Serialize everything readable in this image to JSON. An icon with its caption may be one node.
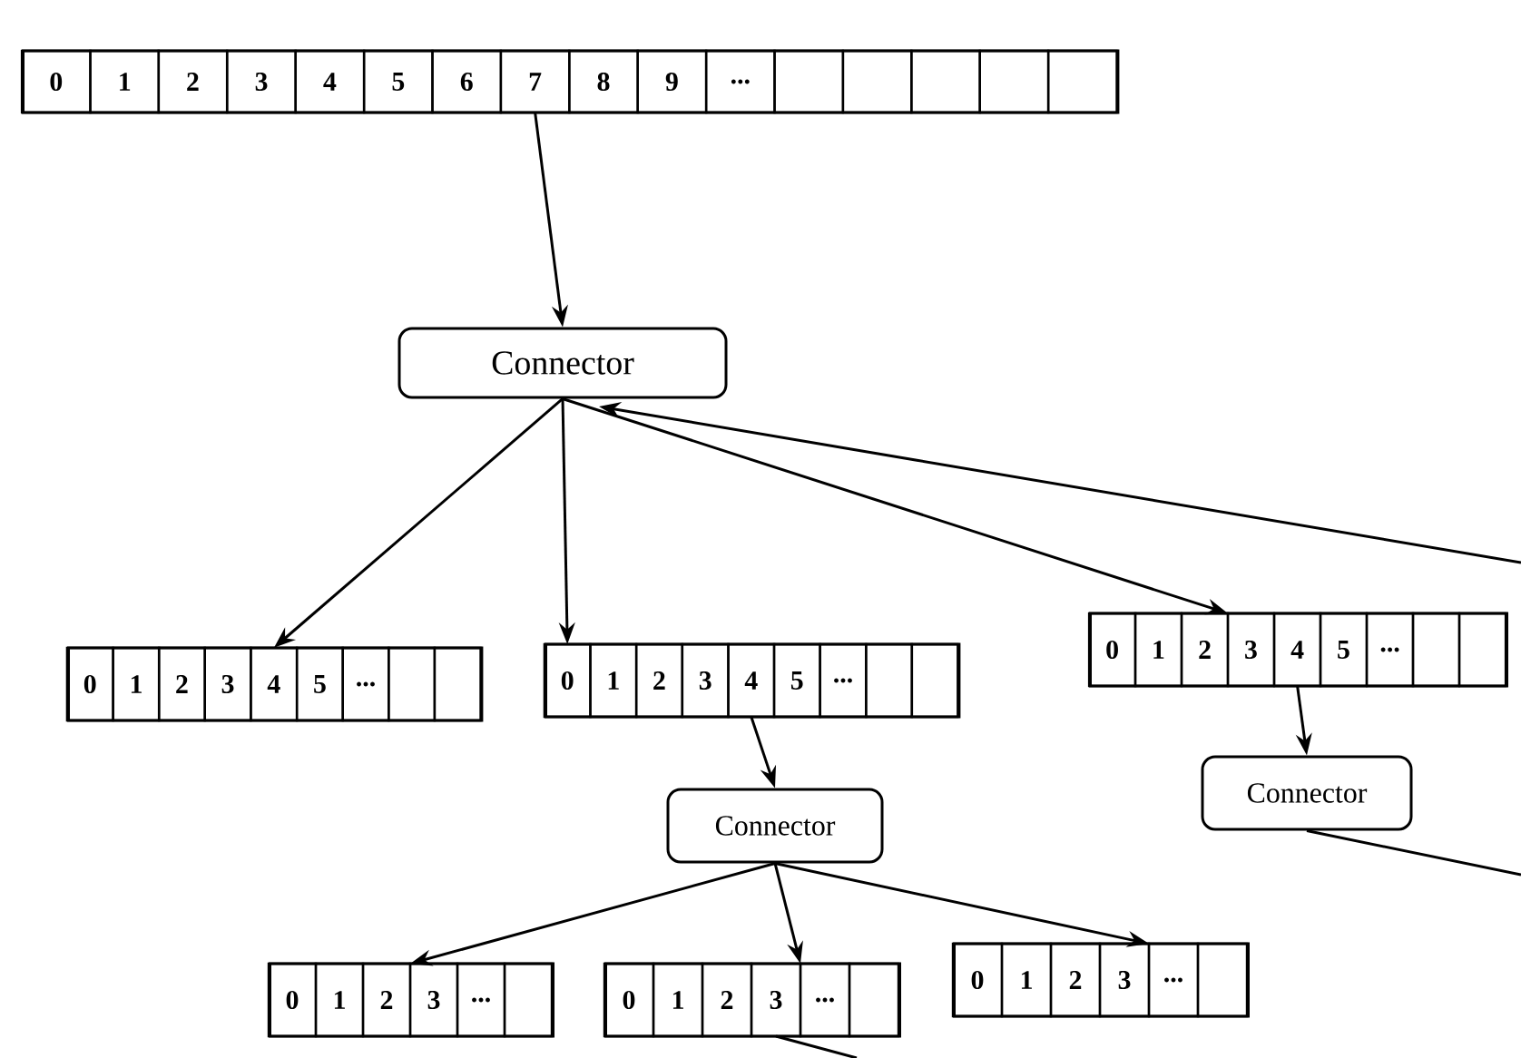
{
  "diagram": {
    "nodes": [
      {
        "text": [
          "0",
          "1",
          "2",
          "3",
          "4",
          "5",
          "6",
          "7",
          "8",
          "9",
          "..."
        ]
      },
      {
        "text": [
          "Connector"
        ]
      },
      {
        "text": [
          "0",
          "1",
          "2",
          "3",
          "4",
          "5",
          "..."
        ]
      },
      {
        "text": [
          "0",
          "1",
          "2",
          "3",
          "4",
          "5",
          "..."
        ]
      },
      {
        "text": [
          "0",
          "1",
          "2",
          "3",
          "4",
          "5",
          "..."
        ]
      },
      {
        "text": [
          "Connector"
        ]
      },
      {
        "text": [
          "Connector"
        ]
      },
      {
        "text": [
          "0",
          "1",
          "2",
          "3",
          "..."
        ]
      },
      {
        "text": [
          "0",
          "1",
          "2",
          "3",
          "..."
        ]
      },
      {
        "text": [
          "0",
          "1",
          "2",
          "3",
          "..."
        ]
      }
    ],
    "edges": [
      {
        "from": 0,
        "to": 1,
        "arrow": "to"
      },
      {
        "from": 1,
        "to": 2,
        "arrow": "to"
      },
      {
        "from": 1,
        "to": 3,
        "arrow": "to"
      },
      {
        "from": 1,
        "to": 4,
        "arrow": "to"
      },
      {
        "from": null,
        "to": 1,
        "arrow": "to"
      },
      {
        "from": 3,
        "to": 5,
        "arrow": "to"
      },
      {
        "from": 4,
        "to": 6,
        "arrow": "to"
      },
      {
        "from": 5,
        "to": 7,
        "arrow": "to"
      },
      {
        "from": 5,
        "to": 8,
        "arrow": "to"
      },
      {
        "from": 5,
        "to": 9,
        "arrow": "to"
      },
      {
        "from": 6,
        "to": null,
        "arrow": "none"
      },
      {
        "from": 8,
        "to": null,
        "arrow": "none"
      }
    ]
  }
}
